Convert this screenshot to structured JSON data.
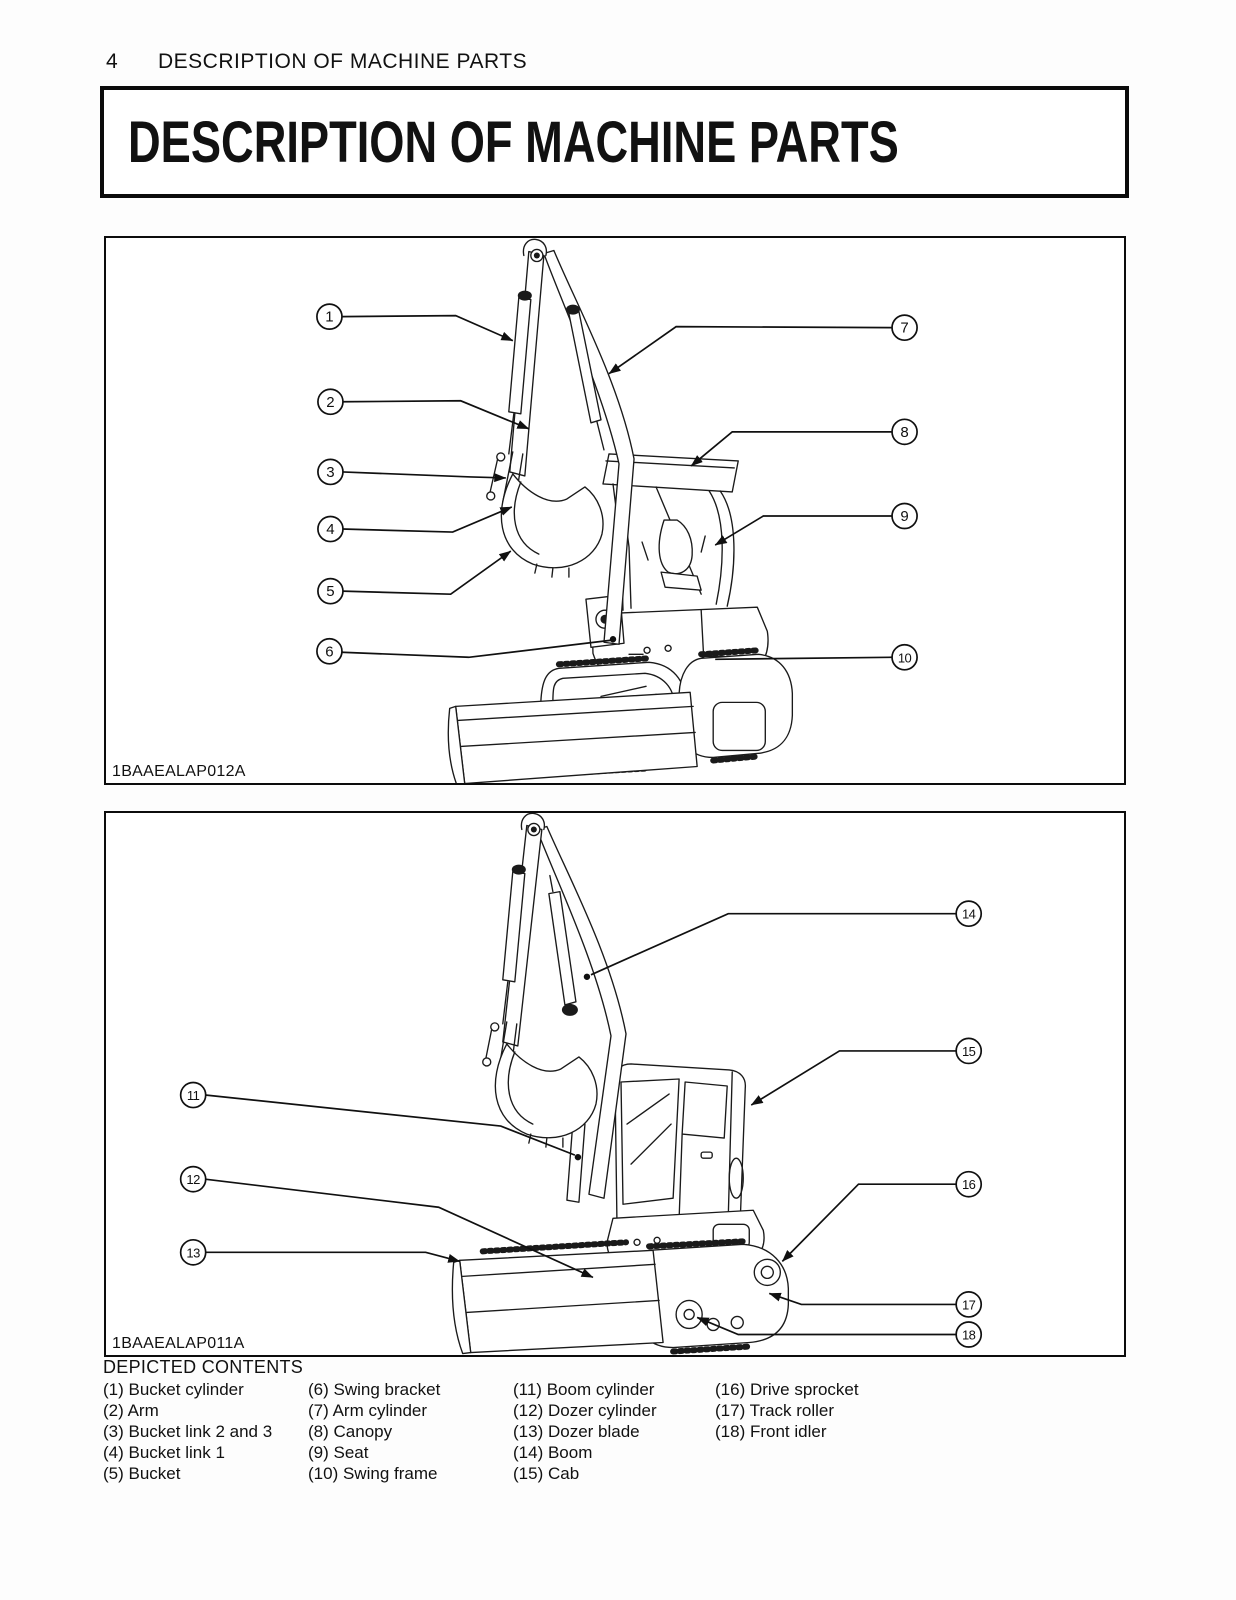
{
  "page": {
    "number": "4",
    "running_title": "DESCRIPTION OF MACHINE PARTS",
    "main_title": "DESCRIPTION OF MACHINE PARTS"
  },
  "figure_top": {
    "code": "1BAAEALAP012A",
    "callout_numbers": [
      "1",
      "2",
      "3",
      "4",
      "5",
      "6",
      "7",
      "8",
      "9",
      "10"
    ]
  },
  "figure_bottom": {
    "code": "1BAAEALAP011A",
    "callout_numbers": [
      "11",
      "12",
      "13",
      "14",
      "15",
      "16",
      "17",
      "18"
    ]
  },
  "legend": {
    "heading": "DEPICTED CONTENTS",
    "columns": [
      {
        "items": [
          {
            "num": "(1)",
            "name": "Bucket cylinder"
          },
          {
            "num": "(2)",
            "name": "Arm"
          },
          {
            "num": "(3)",
            "name": "Bucket link 2 and 3"
          },
          {
            "num": "(4)",
            "name": "Bucket link 1"
          },
          {
            "num": "(5)",
            "name": "Bucket"
          }
        ]
      },
      {
        "items": [
          {
            "num": "(6)",
            "name": "Swing bracket"
          },
          {
            "num": "(7)",
            "name": "Arm cylinder"
          },
          {
            "num": "(8)",
            "name": "Canopy"
          },
          {
            "num": "(9)",
            "name": "Seat"
          },
          {
            "num": "(10)",
            "name": "Swing frame"
          }
        ]
      },
      {
        "items": [
          {
            "num": "(11)",
            "name": "Boom cylinder"
          },
          {
            "num": "(12)",
            "name": "Dozer cylinder"
          },
          {
            "num": "(13)",
            "name": "Dozer blade"
          },
          {
            "num": "(14)",
            "name": "Boom"
          },
          {
            "num": "(15)",
            "name": "Cab"
          }
        ]
      },
      {
        "items": [
          {
            "num": "(16)",
            "name": "Drive sprocket"
          },
          {
            "num": "(17)",
            "name": "Track roller"
          },
          {
            "num": "(18)",
            "name": "Front idler"
          }
        ]
      }
    ]
  }
}
